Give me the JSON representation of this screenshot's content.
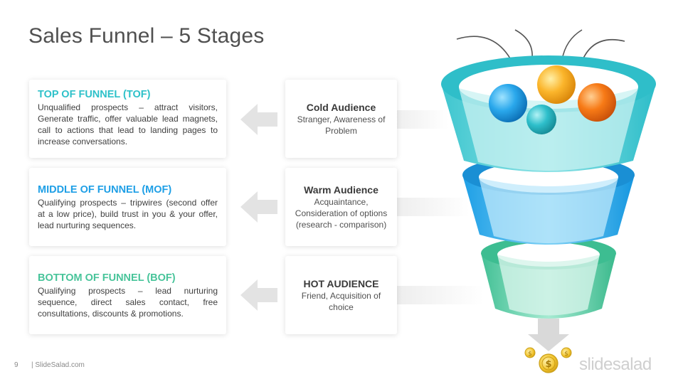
{
  "title": "Sales Funnel – 5 Stages",
  "stages": [
    {
      "heading": "TOP OF FUNNEL (TOF)",
      "color": "#2ec1c9",
      "description": "Unqualified prospects – attract visitors, Generate traffic, offer valuable lead magnets, call to actions that lead to landing pages to increase conversations."
    },
    {
      "heading": "MIDDLE OF FUNNEL (MOF)",
      "color": "#1e9fe6",
      "description": "Qualifying prospects – tripwires (second offer at a low price), build trust in you & your offer, lead nurturing sequences."
    },
    {
      "heading": "BOTTOM OF FUNNEL (BOF)",
      "color": "#48c49a",
      "description": "Qualifying prospects – lead nurturing sequence, direct sales contact, free consultations, discounts & promotions."
    }
  ],
  "audiences": [
    {
      "title": "Cold Audience",
      "description": "Stranger, Awareness of Problem"
    },
    {
      "title": "Warm Audience",
      "description": "Acquaintance, Consideration of options (research - comparison)"
    },
    {
      "title": "HOT AUDIENCE",
      "description": "Friend, Acquisition of choice"
    }
  ],
  "footer": {
    "page_number": "9",
    "source": "| SlideSalad.com",
    "brand": "slidesalad"
  },
  "icons": [
    "arrow-left-icon",
    "curved-arrow-icon",
    "coin-dollar-icon",
    "arrow-down-icon"
  ]
}
